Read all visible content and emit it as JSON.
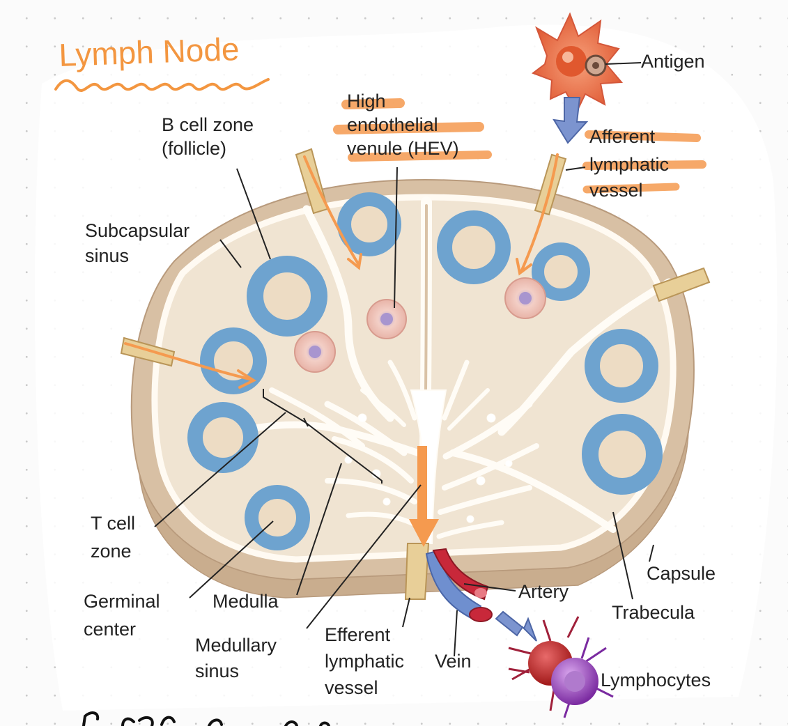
{
  "handwritten_title": "Lymph Node",
  "labels": {
    "antigen": "Antigen",
    "hev": [
      "High",
      "endothelial",
      "venule (HEV)"
    ],
    "b_cell_zone": [
      "B cell zone",
      "(follicle)"
    ],
    "afferent": [
      "Afferent",
      "lymphatic",
      "vessel"
    ],
    "subcapsular_sinus": [
      "Subcapsular",
      "sinus"
    ],
    "t_cell_zone": [
      "T cell",
      "zone"
    ],
    "germinal_center": [
      "Germinal",
      "center"
    ],
    "medulla": "Medulla",
    "medullary_sinus": [
      "Medullary",
      "sinus"
    ],
    "efferent": [
      "Efferent",
      "lymphatic",
      "vessel"
    ],
    "vein": "Vein",
    "artery": "Artery",
    "capsule": "Capsule",
    "trabecula": "Trabecula",
    "lymphocytes": "Lymphocytes"
  },
  "colors": {
    "capsule": "#d8c0a4",
    "cortex": "#f0e4d2",
    "follicle_ring": "#6ea3cf",
    "germinal_center": "#eddcc4",
    "annotation_orange": "#f59a4f",
    "artery": "#c8283a",
    "vein": "#6f8fcf",
    "antigen_cell": "#e8704a",
    "lymphocyte_red": "#c02a2a",
    "lymphocyte_purple": "#8c3fb0"
  }
}
